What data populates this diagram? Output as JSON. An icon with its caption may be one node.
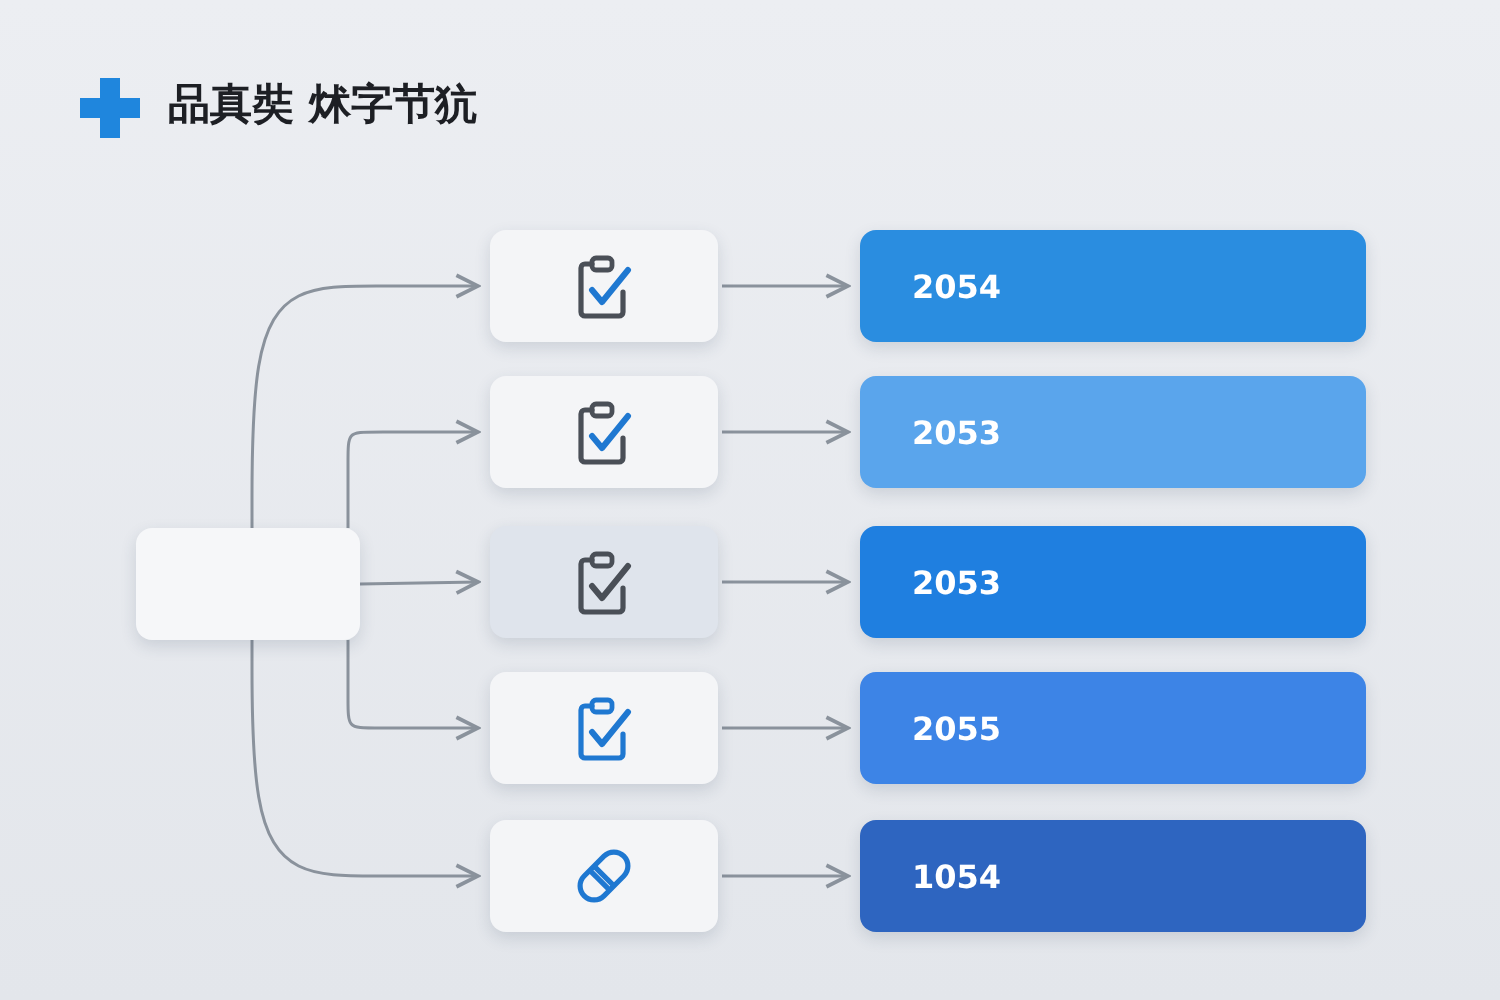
{
  "diagram": {
    "title": "品真奘 炢字节犺",
    "nodes": [
      {
        "text": [],
        "shape": "box"
      },
      {
        "text": [],
        "shape": "box"
      },
      {
        "text": [],
        "shape": "box"
      },
      {
        "text": [],
        "shape": "box"
      },
      {
        "text": [],
        "shape": "box"
      },
      {
        "text": [],
        "shape": "box"
      },
      {
        "text": [
          "2054"
        ]
      },
      {
        "text": [
          "2053"
        ]
      },
      {
        "text": [
          "2053"
        ]
      },
      {
        "text": [
          "2055"
        ]
      },
      {
        "text": [
          "1054"
        ]
      }
    ],
    "edges": [
      {
        "from": 0,
        "to": 1,
        "arrow": "to"
      },
      {
        "from": 0,
        "to": 2,
        "arrow": "to"
      },
      {
        "from": 0,
        "to": 3,
        "arrow": "to"
      },
      {
        "from": 0,
        "to": 4,
        "arrow": "to"
      },
      {
        "from": 0,
        "to": 5,
        "arrow": "to"
      },
      {
        "from": 1,
        "to": 6,
        "arrow": "to"
      },
      {
        "from": 2,
        "to": 7,
        "arrow": "to"
      },
      {
        "from": 3,
        "to": 8,
        "arrow": "to"
      },
      {
        "from": 4,
        "to": 9,
        "arrow": "to"
      },
      {
        "from": 5,
        "to": 10,
        "arrow": "to"
      }
    ]
  }
}
